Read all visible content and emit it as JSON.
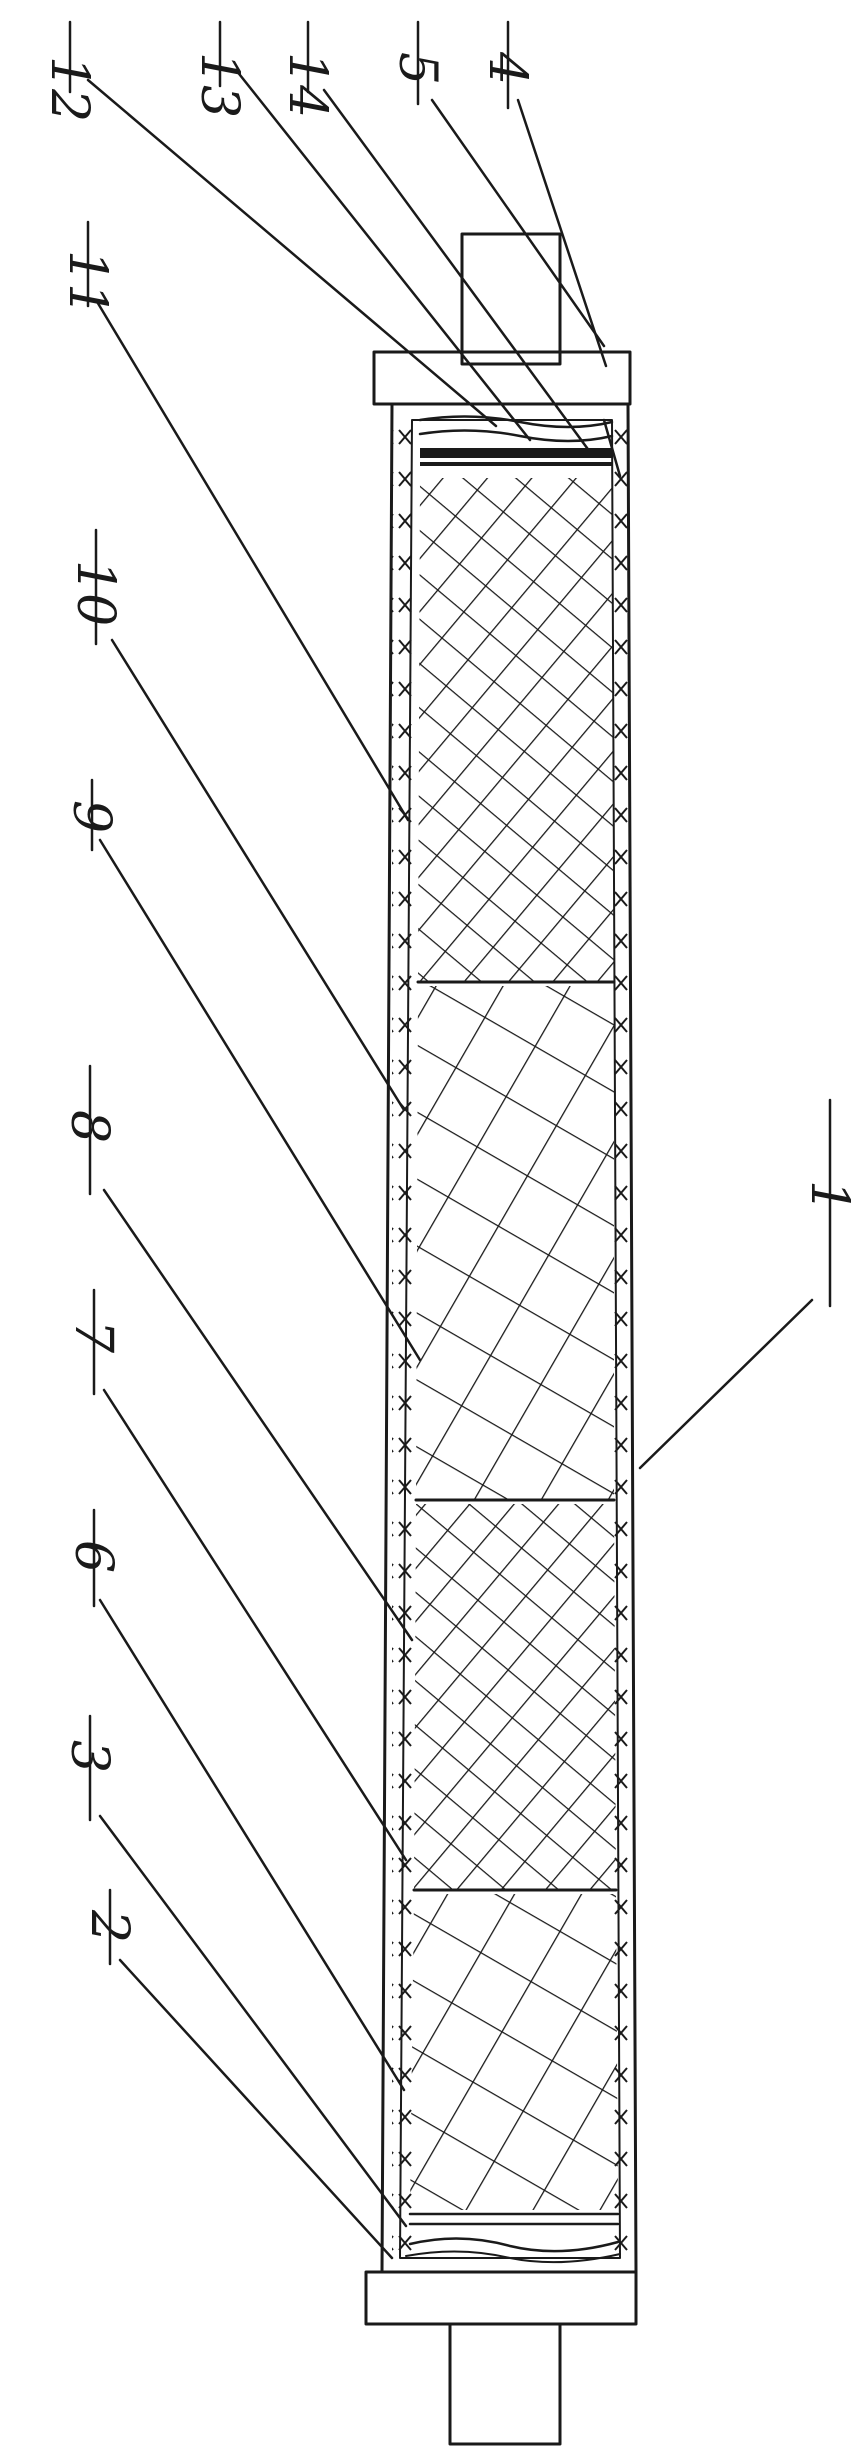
{
  "figure": {
    "labels": [
      {
        "id": "label-12",
        "text": "12",
        "part": 12
      },
      {
        "id": "label-13",
        "text": "13",
        "part": 13
      },
      {
        "id": "label-14",
        "text": "14",
        "part": 14
      },
      {
        "id": "label-5",
        "text": "5",
        "part": 5
      },
      {
        "id": "label-4",
        "text": "4",
        "part": 4
      },
      {
        "id": "label-11",
        "text": "11",
        "part": 11
      },
      {
        "id": "label-10",
        "text": "10",
        "part": 10
      },
      {
        "id": "label-9",
        "text": "9",
        "part": 9
      },
      {
        "id": "label-8",
        "text": "8",
        "part": 8
      },
      {
        "id": "label-7",
        "text": "7",
        "part": 7
      },
      {
        "id": "label-6",
        "text": "6",
        "part": 6
      },
      {
        "id": "label-3",
        "text": "3",
        "part": 3
      },
      {
        "id": "label-2",
        "text": "2",
        "part": 2
      },
      {
        "id": "label-1",
        "text": "1",
        "part": 1
      }
    ],
    "segments": [
      {
        "id": "segment-fine-mesh-top",
        "pattern": "fine-mesh"
      },
      {
        "id": "segment-coarse-mesh-upper",
        "pattern": "coarse-mesh"
      },
      {
        "id": "segment-fine-mesh-middle",
        "pattern": "fine-mesh"
      },
      {
        "id": "segment-coarse-mesh-lower",
        "pattern": "coarse-mesh"
      }
    ],
    "ink_color": "#1a1a1a",
    "background_color": "#ffffff"
  }
}
